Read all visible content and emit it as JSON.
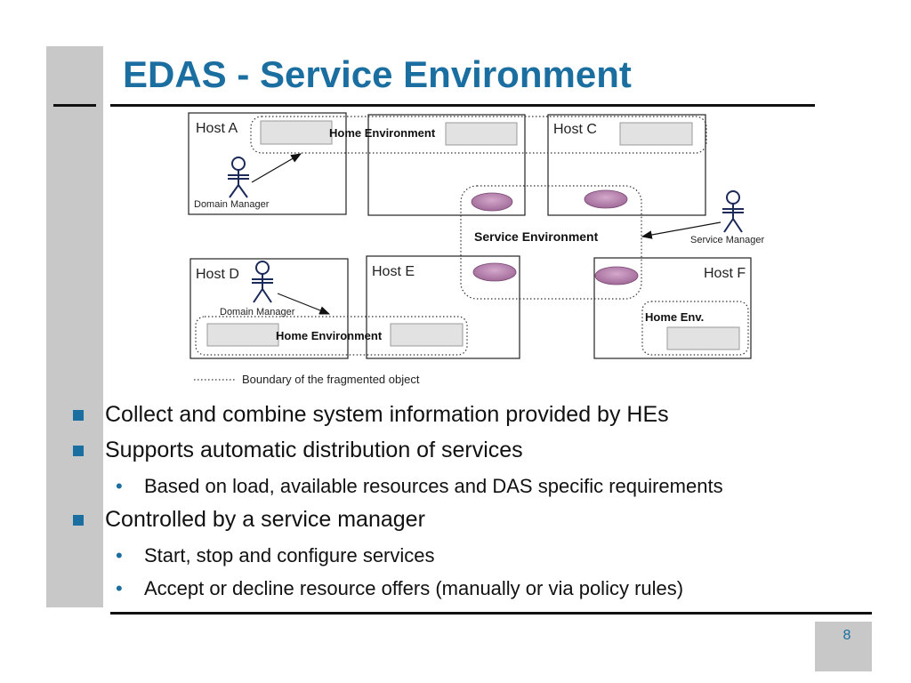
{
  "slide": {
    "title": "EDAS - Service Environment",
    "page_number": "8"
  },
  "colors": {
    "title": "#1a6ea0",
    "sidebar": "#c8c8c8",
    "bullet": "#1a6ea0",
    "ellipse": "#b07aa8"
  },
  "diagram": {
    "hosts": {
      "a": "Host A",
      "c": "Host C",
      "d": "Host D",
      "e": "Host E",
      "f": "Host F"
    },
    "home_environment_top": "Home Environment",
    "home_environment_bottom": "Home Environment",
    "home_env_short": "Home Env.",
    "service_environment": "Service Environment",
    "domain_manager_a": "Domain Manager",
    "domain_manager_d": "Domain Manager",
    "service_manager": "Service Manager",
    "legend": "Boundary of the fragmented object"
  },
  "bullets": [
    {
      "text": "Collect and combine system information provided by HEs",
      "sub": []
    },
    {
      "text": "Supports automatic distribution of services",
      "sub": [
        "Based on load, available resources and DAS specific requirements"
      ]
    },
    {
      "text": "Controlled by a service manager",
      "sub": [
        "Start, stop and configure services",
        "Accept or decline resource offers (manually or via policy rules)"
      ]
    }
  ]
}
